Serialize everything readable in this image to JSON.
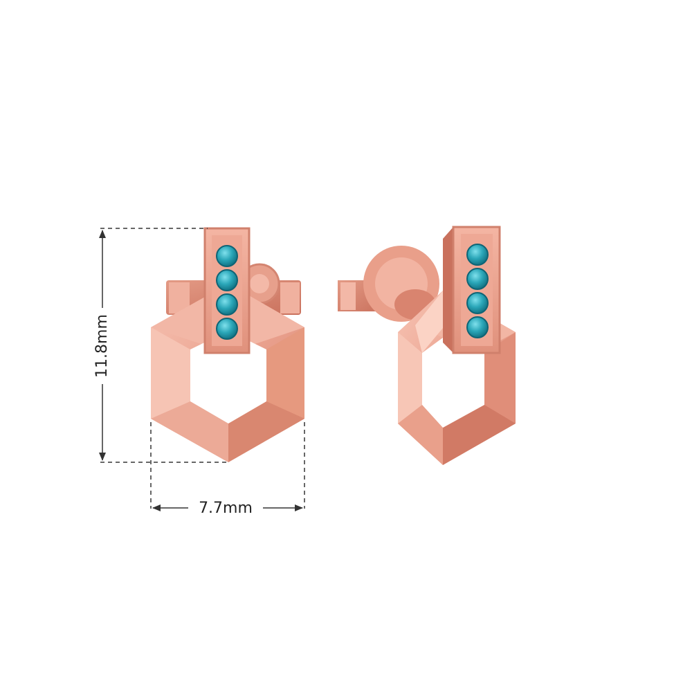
{
  "product": {
    "metal_color": "#e9a08e",
    "gemstone_color": "#2aa6b8",
    "stones_per_earring": 4
  },
  "dimensions": {
    "height_label": "11.8mm",
    "width_label": "7.7mm"
  }
}
